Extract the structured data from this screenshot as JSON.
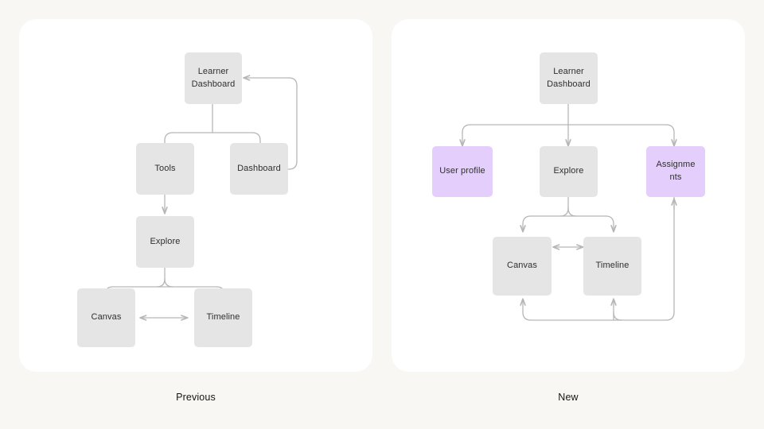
{
  "page": {
    "background_color": "#F9F7F4",
    "card_color": "#FFFFFF",
    "node_grey_color": "#E5E5E5",
    "node_purple_color": "#E4CEFC",
    "connector_color": "#B6B6B6",
    "text_color": "#2F2F2F"
  },
  "panels": [
    {
      "caption": "Previous",
      "nodes": [
        {
          "id": "learner-dashboard",
          "label": "Learner\nDashboard",
          "color": "grey"
        },
        {
          "id": "tools",
          "label": "Tools",
          "color": "grey"
        },
        {
          "id": "dashboard",
          "label": "Dashboard",
          "color": "grey"
        },
        {
          "id": "explore",
          "label": "Explore",
          "color": "grey"
        },
        {
          "id": "canvas",
          "label": "Canvas",
          "color": "grey"
        },
        {
          "id": "timeline",
          "label": "Timeline",
          "color": "grey"
        }
      ],
      "edges": [
        {
          "from": "learner-dashboard",
          "to": "tools",
          "type": "arrow"
        },
        {
          "from": "learner-dashboard",
          "to": "dashboard",
          "type": "arrow"
        },
        {
          "from": "dashboard",
          "to": "learner-dashboard",
          "type": "arrow-loop"
        },
        {
          "from": "tools",
          "to": "explore",
          "type": "arrow"
        },
        {
          "from": "explore",
          "to": "canvas",
          "type": "arrow"
        },
        {
          "from": "explore",
          "to": "timeline",
          "type": "arrow"
        },
        {
          "from": "canvas",
          "to": "timeline",
          "type": "double-arrow"
        }
      ]
    },
    {
      "caption": "New",
      "nodes": [
        {
          "id": "learner-dashboard",
          "label": "Learner\nDashboard",
          "color": "grey"
        },
        {
          "id": "user-profile",
          "label": "User profile",
          "color": "purple"
        },
        {
          "id": "explore",
          "label": "Explore",
          "color": "grey"
        },
        {
          "id": "assignments",
          "label": "Assignme\nnts",
          "color": "purple"
        },
        {
          "id": "canvas",
          "label": "Canvas",
          "color": "grey"
        },
        {
          "id": "timeline",
          "label": "Timeline",
          "color": "grey"
        }
      ],
      "edges": [
        {
          "from": "learner-dashboard",
          "to": "user-profile",
          "type": "arrow"
        },
        {
          "from": "learner-dashboard",
          "to": "explore",
          "type": "arrow"
        },
        {
          "from": "learner-dashboard",
          "to": "assignments",
          "type": "arrow"
        },
        {
          "from": "explore",
          "to": "canvas",
          "type": "arrow"
        },
        {
          "from": "explore",
          "to": "timeline",
          "type": "arrow"
        },
        {
          "from": "canvas",
          "to": "timeline",
          "type": "double-arrow"
        },
        {
          "from": "assignments",
          "to": "canvas",
          "type": "arrow-loop"
        },
        {
          "from": "assignments",
          "to": "timeline",
          "type": "arrow-loop"
        }
      ]
    }
  ]
}
